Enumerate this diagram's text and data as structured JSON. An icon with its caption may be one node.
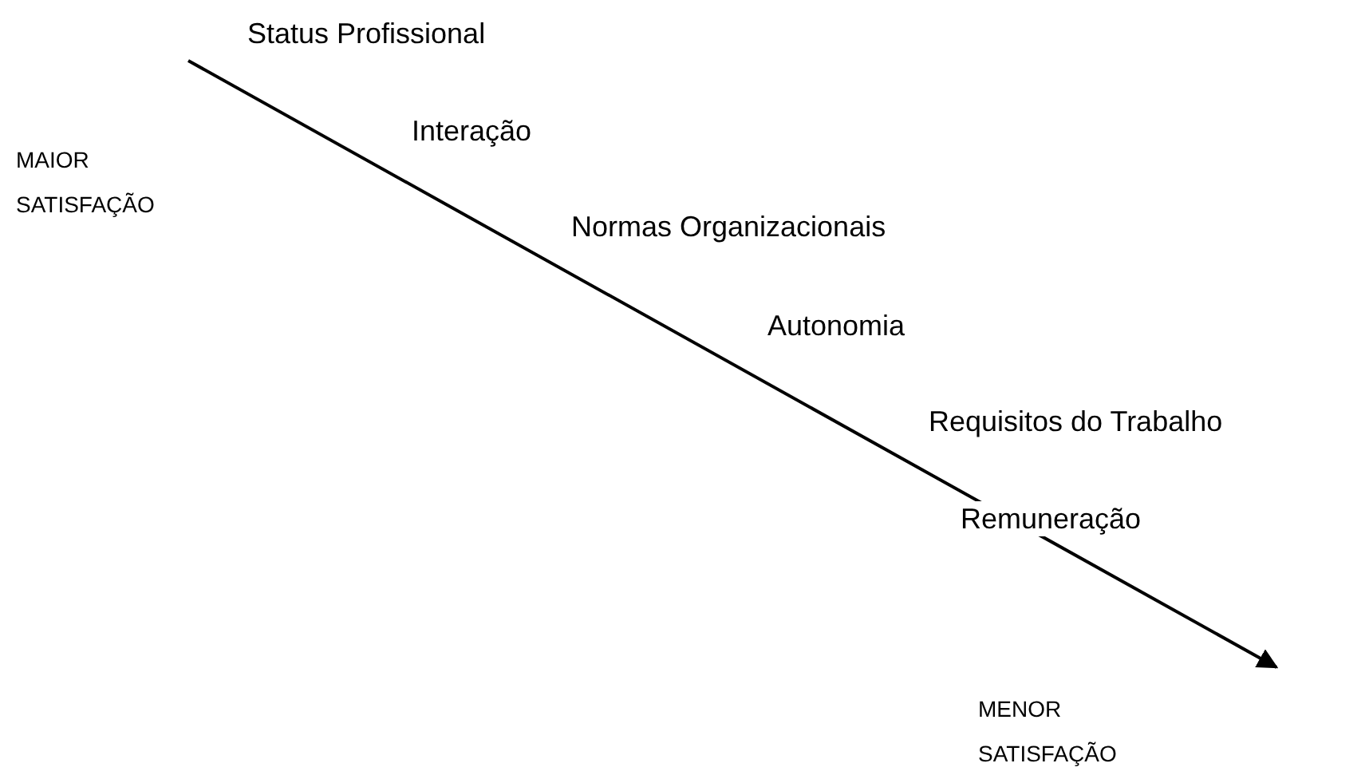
{
  "diagram": {
    "labels": [
      "Status Profissional",
      "Interação",
      "MAIOR SATISFAÇÃO",
      "Normas Organizacionais",
      "Autonomia",
      "Requisitos do Trabalho",
      "Remuneração",
      "MENOR SATISFAÇÃO"
    ]
  }
}
